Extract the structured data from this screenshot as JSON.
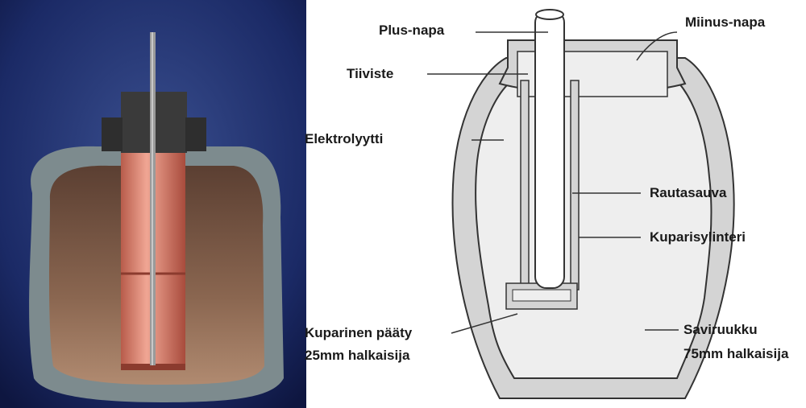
{
  "photo": {
    "description_icon": "cutaway-battery-photo"
  },
  "labels": {
    "plus_napa": "Plus-napa",
    "miinus_napa": "Miinus-napa",
    "tiiviste": "Tiiviste",
    "elektrolyytti": "Elektrolyytti",
    "rautasauva": "Rautasauva",
    "kuparisylinteri": "Kuparisylinteri",
    "kuparinen_paaty_1": "Kuparinen pääty",
    "kuparinen_paaty_2": "25mm halkaisija",
    "saviruukku_1": "Saviruukku",
    "saviruukku_2": "75mm halkaisija"
  },
  "colors": {
    "photo_bg": "#1b2a66",
    "clay_shell": "#7d8b8e",
    "clay_inner": "#7a5a45",
    "copper": "#d07a66",
    "diagram_shell": "#d4d4d4",
    "diagram_inner": "#eeeeee",
    "line": "#333333"
  }
}
